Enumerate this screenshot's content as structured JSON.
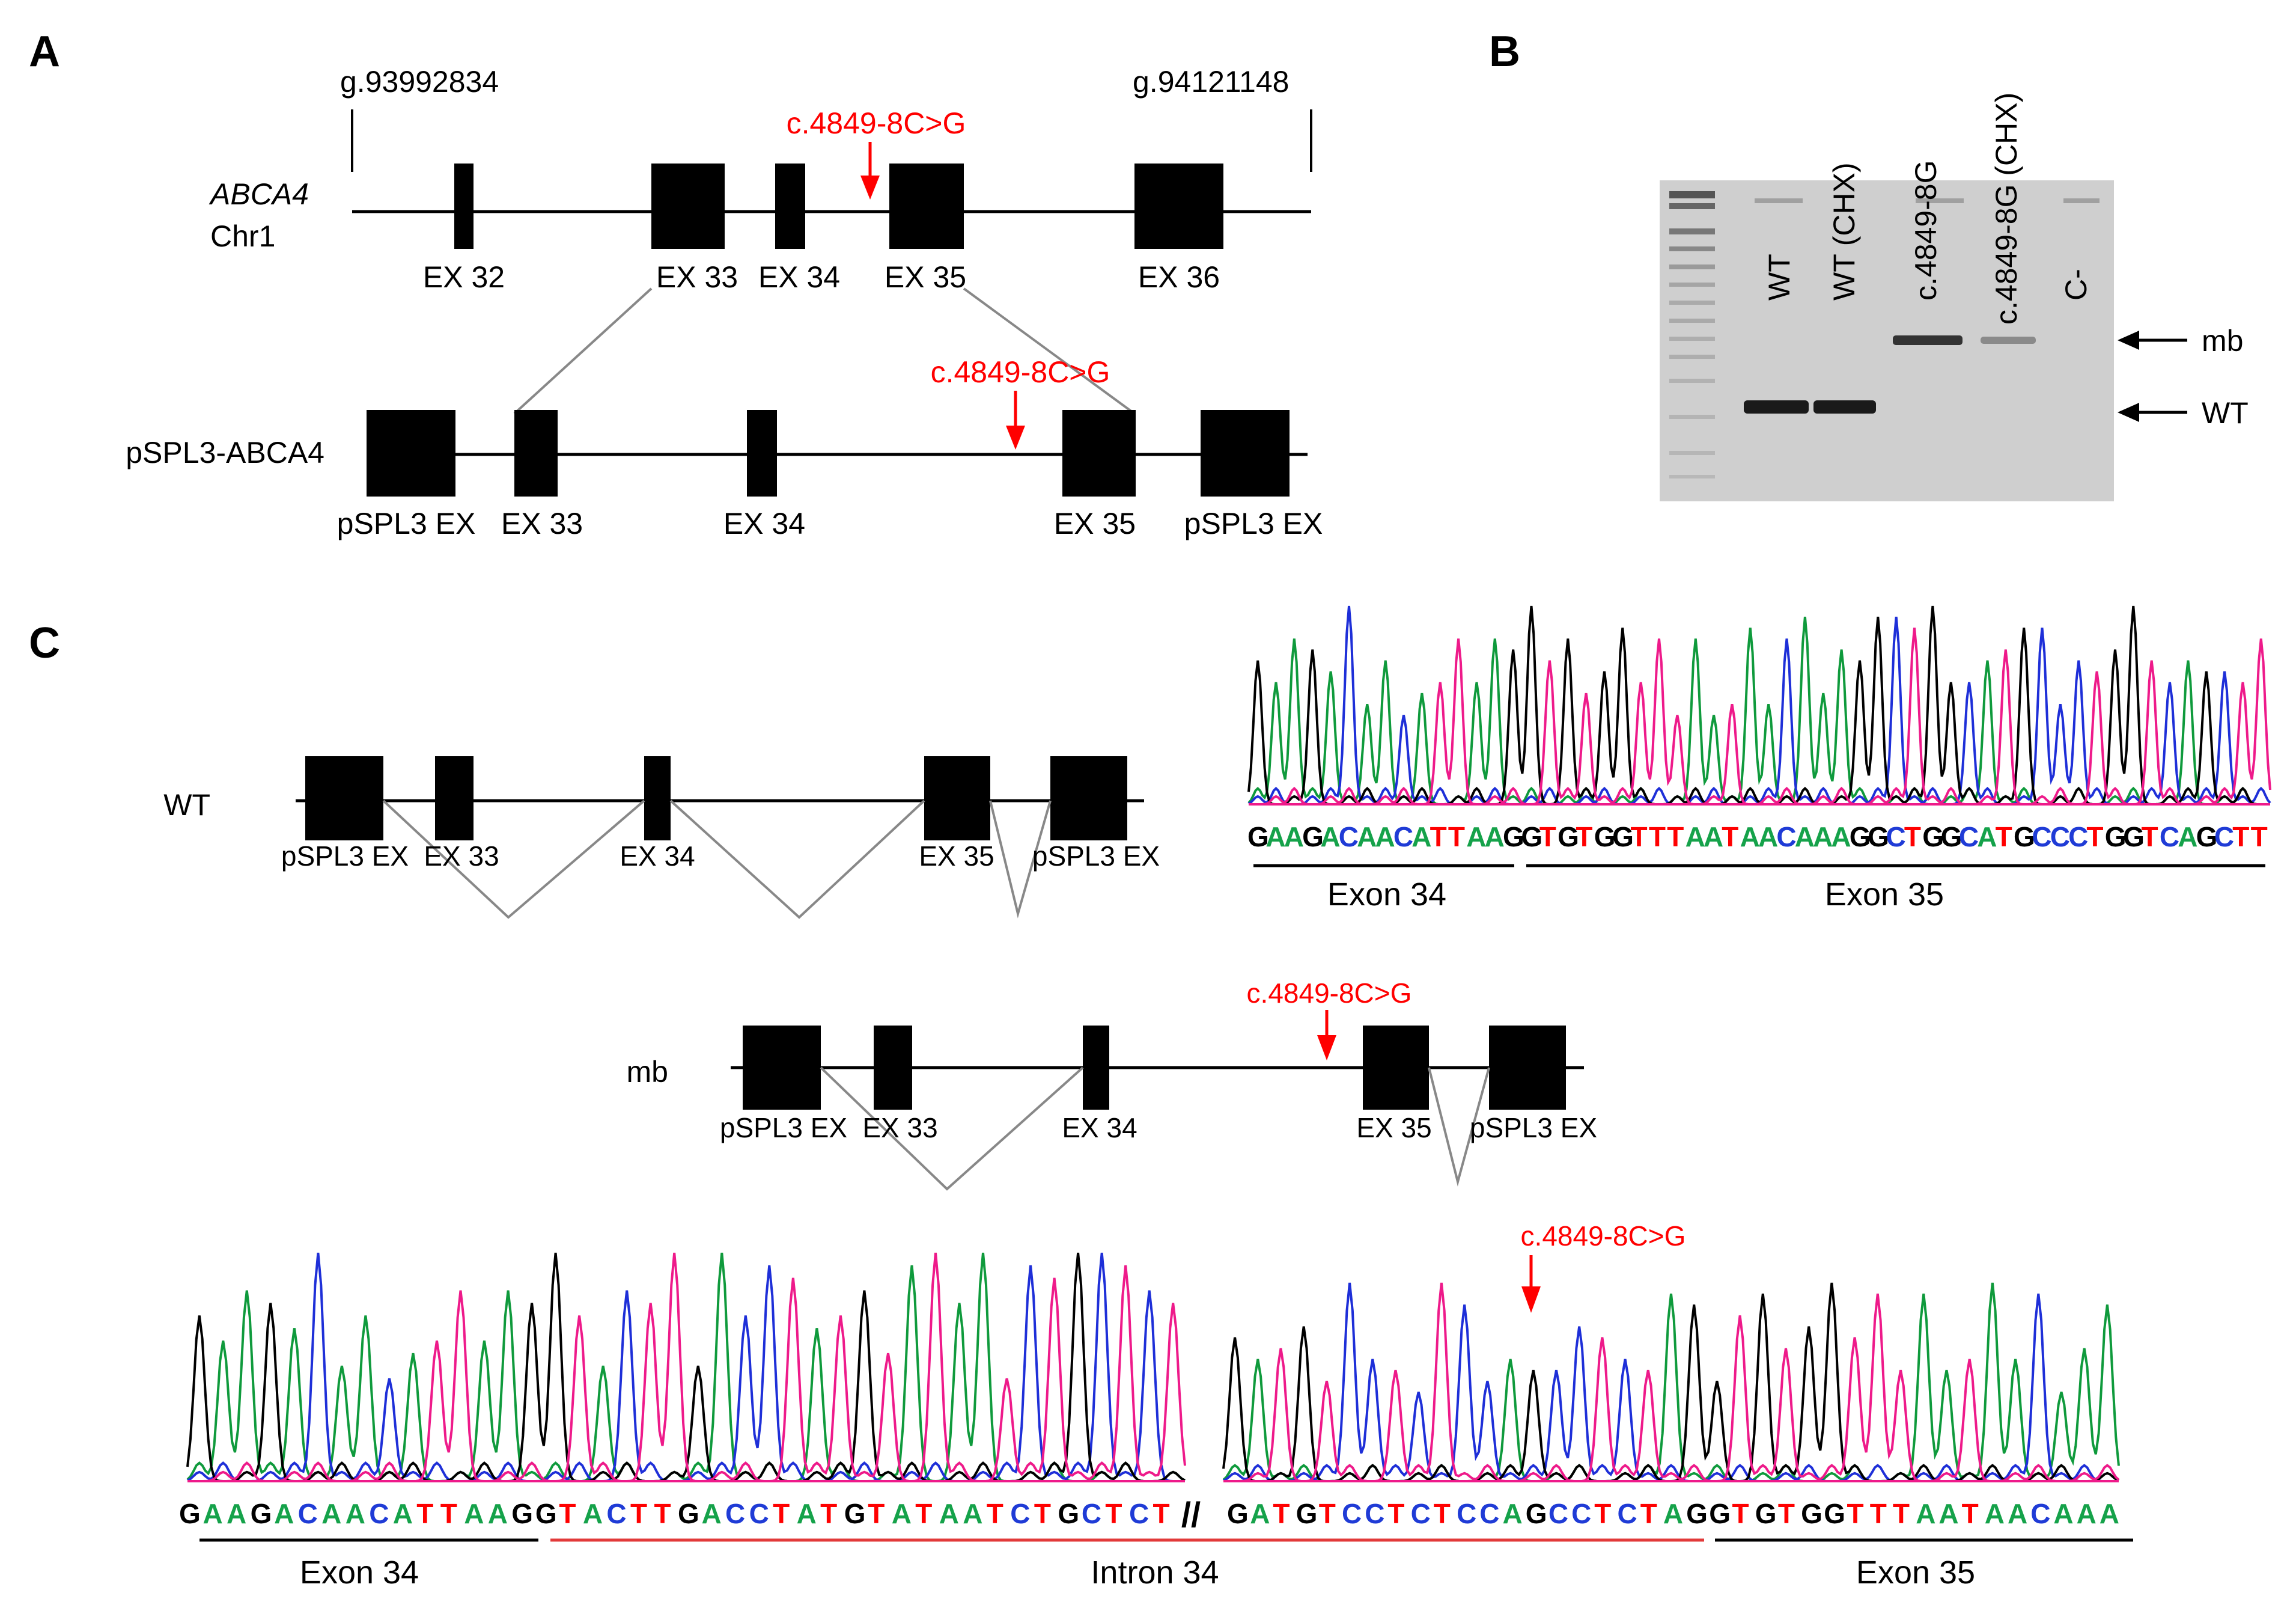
{
  "colors": {
    "mutation": "#ff0000",
    "base_A": "#15a24a",
    "base_C": "#1f3bd6",
    "base_G": "#000000",
    "base_T": "#ff0000",
    "trace_A": "#0f9a3c",
    "trace_C": "#1e2fd8",
    "trace_G": "#000000",
    "trace_T": "#ee1a8a",
    "gel_bg": "#cfcfcf",
    "intron_underline": "#e23a3a"
  },
  "panel_a": {
    "label": "A",
    "coord_left": "g.93992834",
    "coord_right": "g.94121148",
    "gene": "ABCA4",
    "chrom": "Chr1",
    "mutation": "c.4849-8C>G",
    "genomic_exons": [
      "EX 32",
      "EX 33",
      "EX 34",
      "EX 35",
      "EX 36"
    ],
    "construct_name": "pSPL3-ABCA4",
    "construct_exons": [
      "pSPL3 EX",
      "EX 33",
      "EX 34",
      "EX 35",
      "pSPL3 EX"
    ]
  },
  "panel_b": {
    "label": "B",
    "lanes": [
      "WT",
      "WT (CHX)",
      "c.4849-8G",
      "c.4849-8G (CHX)",
      "C-"
    ],
    "band_mb": "mb",
    "band_wt": "WT"
  },
  "panel_c": {
    "label": "C",
    "wt_name": "WT",
    "wt_exons": [
      "pSPL3 EX",
      "EX 33",
      "EX 34",
      "EX 35",
      "pSPL3 EX"
    ],
    "mb_name": "mb",
    "mb_exons": [
      "pSPL3 EX",
      "EX 33",
      "EX 34",
      "EX 35",
      "pSPL3 EX"
    ],
    "mutation": "c.4849-8C>G",
    "wt_sequence": "GAAGACAACATTAAGGTGTGGTTTAATAACAAAGGCTGGCATGCCCTGGTCAGCTT",
    "wt_regions": [
      "Exon 34",
      "Exon 35"
    ],
    "mb_sequence_1": "GAAGACAACATTAAGGTACTTGACCTATGTATAATCTGCTCT",
    "break_mark": "//",
    "mb_sequence_2": "GATGTCCTCTCCAGCCTCTAGGTGTGGTTTAATAACAAA",
    "mb_regions": [
      "Exon 34",
      "Intron 34",
      "Exon 35"
    ],
    "mb_mutation": "c.4849-8C>G"
  }
}
